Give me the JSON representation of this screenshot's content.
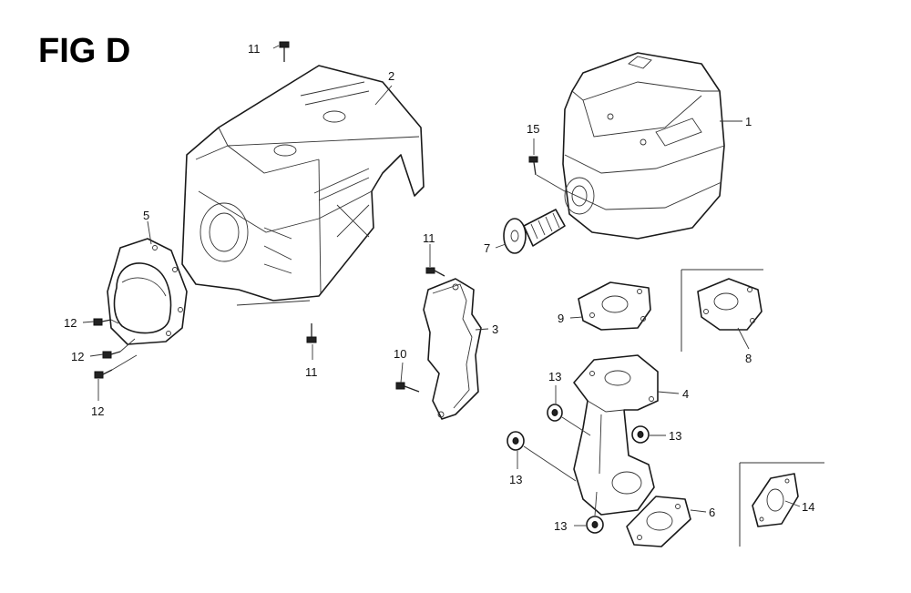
{
  "title": "FIG D",
  "callouts": {
    "c1": "1",
    "c2": "2",
    "c3": "3",
    "c4": "4",
    "c5": "5",
    "c6": "6",
    "c7": "7",
    "c8": "8",
    "c9": "9",
    "c10": "10",
    "c11a": "11",
    "c11b": "11",
    "c11c": "11",
    "c12a": "12",
    "c12b": "12",
    "c12c": "12",
    "c13a": "13",
    "c13b": "13",
    "c13c": "13",
    "c13d": "13",
    "c14": "14",
    "c15": "15"
  }
}
